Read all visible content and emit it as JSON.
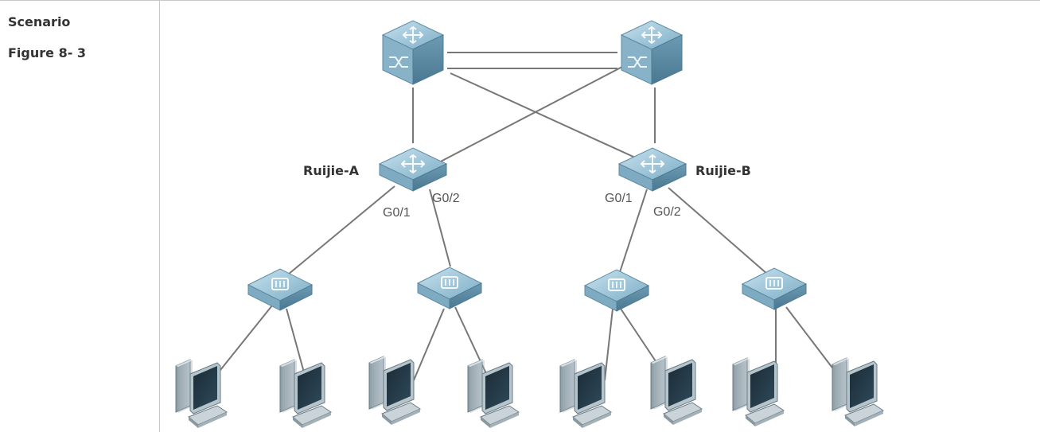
{
  "left_column": {
    "scenario_label": "Scenario",
    "figure_label": "Figure 8- 3"
  },
  "diagram": {
    "devices": {
      "ruijie_a": "Ruijie-A",
      "ruijie_b": "Ruijie-B"
    },
    "ports": {
      "a_g01": "G0/1",
      "a_g02": "G0/2",
      "b_g01": "G0/1",
      "b_g02": "G0/2"
    },
    "icons": {
      "core": "core-switch-icon",
      "aggregation": "router-switch-icon",
      "access": "access-switch-icon",
      "host": "desktop-computer-icon"
    }
  }
}
